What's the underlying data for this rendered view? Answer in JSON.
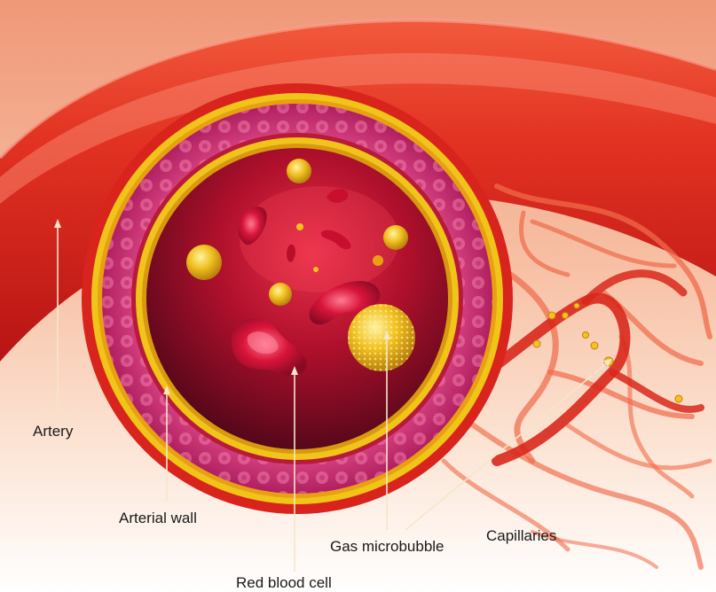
{
  "labels": {
    "artery": "Artery",
    "arterial_wall": "Arterial wall",
    "red_blood_cell": "Red blood cell",
    "gas_microbubble": "Gas microbubble",
    "capillaries": "Capillaries"
  },
  "colors": {
    "background_top": "#f3a888",
    "background_bottom": "#fdf1e8",
    "artery_red": "#d9241c",
    "artery_highlight": "#f46a4a",
    "wall_pink": "#c8306a",
    "ring_gold": "#f0c419",
    "lumen_dark": "#5a0a1c",
    "cell_red": "#c8102e",
    "bubble_gold": "#e8b020",
    "capillary_red": "#e8563a",
    "leader_line": "#f5e6c8"
  }
}
